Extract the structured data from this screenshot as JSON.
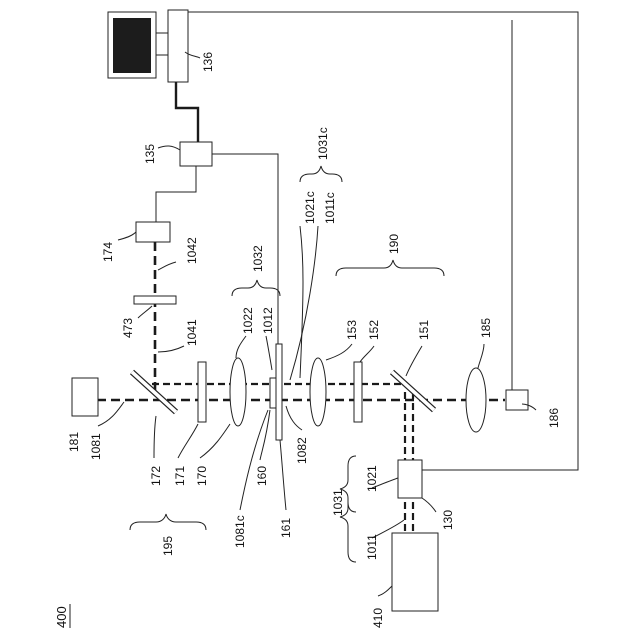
{
  "figure_number": "400",
  "labels": {
    "l136": "136",
    "l135": "135",
    "l174": "174",
    "l1042": "1042",
    "l473": "473",
    "l1041": "1041",
    "l1032": "1032",
    "l1022": "1022",
    "l1012": "1012",
    "l1021c": "1021c",
    "l1011c": "1011c",
    "l1031c": "1031c",
    "l190": "190",
    "l153": "153",
    "l152": "152",
    "l151": "151",
    "l185": "185",
    "l186": "186",
    "l181": "181",
    "l1081": "1081",
    "l172": "172",
    "l171": "171",
    "l170": "170",
    "l195": "195",
    "l1081c": "1081c",
    "l160": "160",
    "l161": "161",
    "l1082": "1082",
    "l1021": "1021",
    "l1031": "1031",
    "l1011": "1011",
    "l130": "130",
    "l410": "410"
  }
}
